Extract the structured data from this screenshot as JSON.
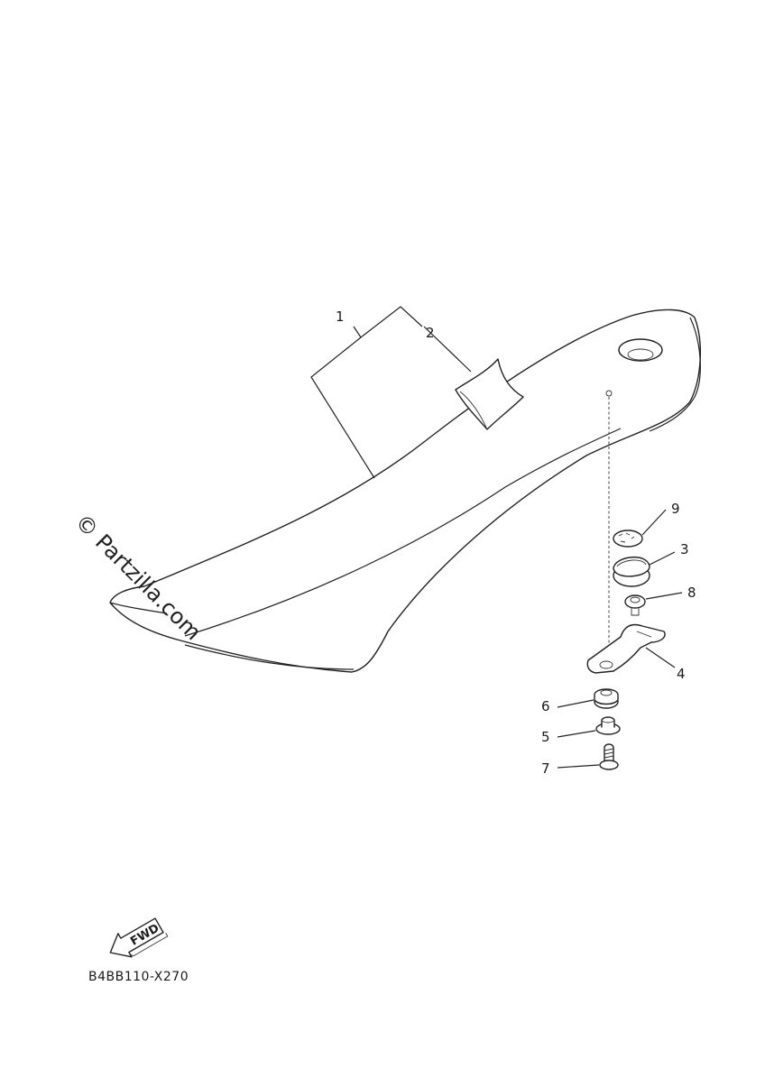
{
  "callouts": [
    {
      "id": "1",
      "label": "1"
    },
    {
      "id": "2",
      "label": "2"
    },
    {
      "id": "3",
      "label": "3"
    },
    {
      "id": "4",
      "label": "4"
    },
    {
      "id": "5",
      "label": "5"
    },
    {
      "id": "6",
      "label": "6"
    },
    {
      "id": "7",
      "label": "7"
    },
    {
      "id": "8",
      "label": "8"
    },
    {
      "id": "9",
      "label": "9"
    }
  ],
  "watermark": "© Partzilla.com",
  "direction_badge": "FWD",
  "diagram_code": "B4BB110-X270"
}
